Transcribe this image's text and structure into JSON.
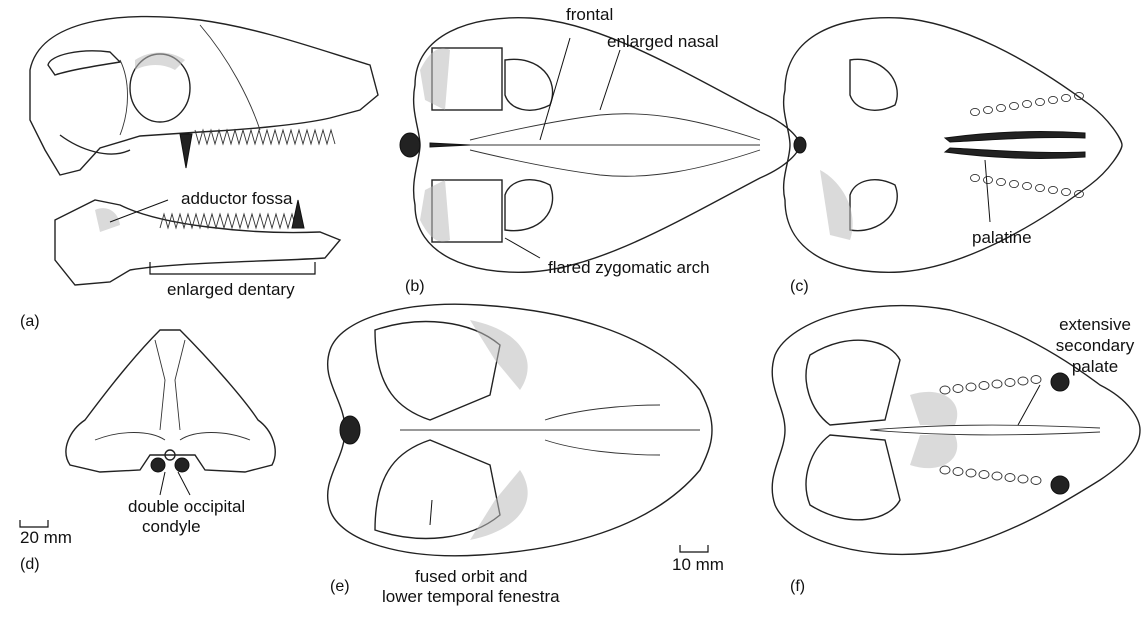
{
  "panels": {
    "a": {
      "letter": "(a)",
      "labels": {
        "adductor_fossa": "adductor fossa",
        "enlarged_dentary": "enlarged dentary"
      }
    },
    "b": {
      "letter": "(b)",
      "labels": {
        "frontal": "frontal",
        "enlarged_nasal": "enlarged nasal",
        "flared_zygomatic_arch": "flared zygomatic arch"
      }
    },
    "c": {
      "letter": "(c)",
      "labels": {
        "palatine": "palatine"
      }
    },
    "d": {
      "letter": "(d)",
      "labels": {
        "double_occipital_condyle_line1": "double occipital",
        "double_occipital_condyle_line2": "condyle"
      },
      "scale_label": "20 mm"
    },
    "e": {
      "letter": "(e)",
      "labels": {
        "fused_orbit_line1": "fused orbit and",
        "fused_orbit_line2": "lower temporal fenestra"
      },
      "scale_label": "10 mm"
    },
    "f": {
      "letter": "(f)",
      "labels": {
        "secondary_palate_line1": "extensive",
        "secondary_palate_line2": "secondary",
        "secondary_palate_line3": "palate"
      }
    }
  }
}
